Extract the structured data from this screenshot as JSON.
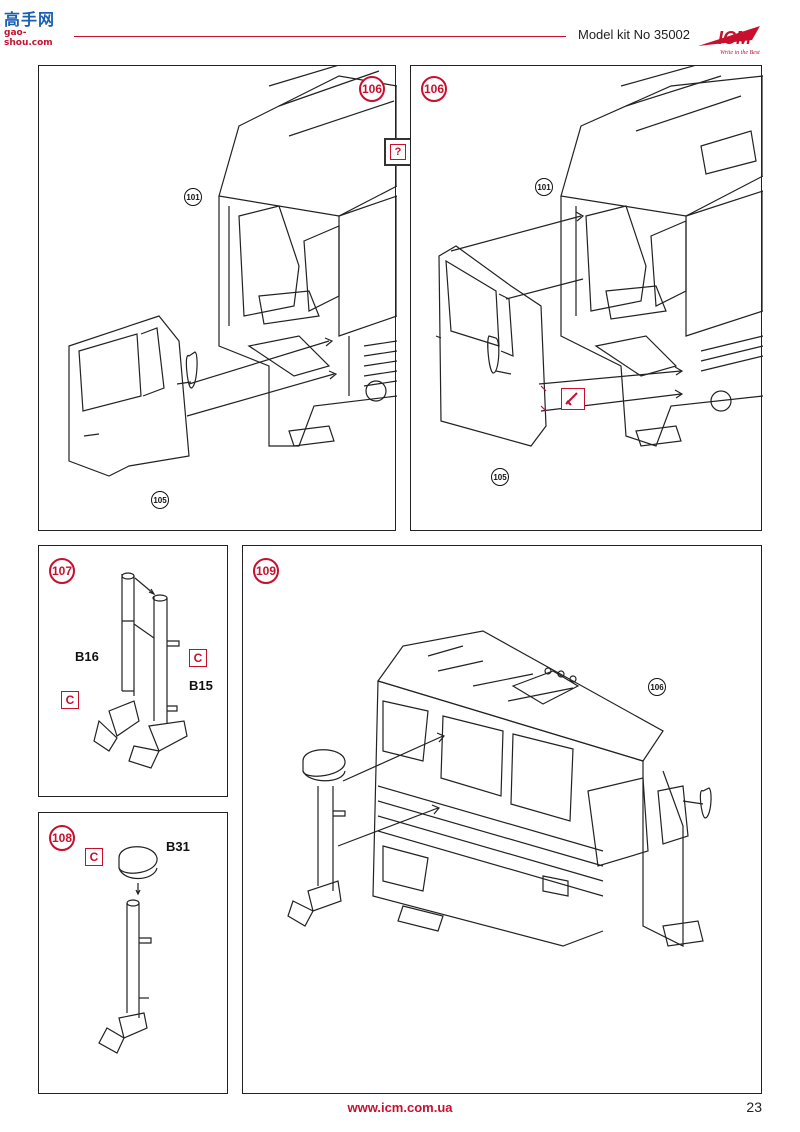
{
  "header": {
    "watermark_top": "高手网",
    "watermark_bottom": "gao-shou.com",
    "model_kit": "Model kit No 35002",
    "logo_text": "ICM",
    "logo_tagline": "Write in the Best"
  },
  "panels": {
    "p106a": {
      "step": "106",
      "ref_101": "101",
      "ref_105": "105",
      "question": "?"
    },
    "p106b": {
      "step": "106",
      "ref_101": "101",
      "ref_105": "105"
    },
    "p107": {
      "step": "107",
      "part_b16": "B16",
      "part_b15": "B15",
      "cement1": "C",
      "cement2": "C"
    },
    "p108": {
      "step": "108",
      "part_b31": "B31",
      "cement": "C"
    },
    "p109": {
      "step": "109",
      "ref_106": "106"
    }
  },
  "footer": {
    "url": "www.icm.com.ua",
    "page": "23"
  },
  "colors": {
    "accent": "#c8102e",
    "line": "#222222"
  }
}
